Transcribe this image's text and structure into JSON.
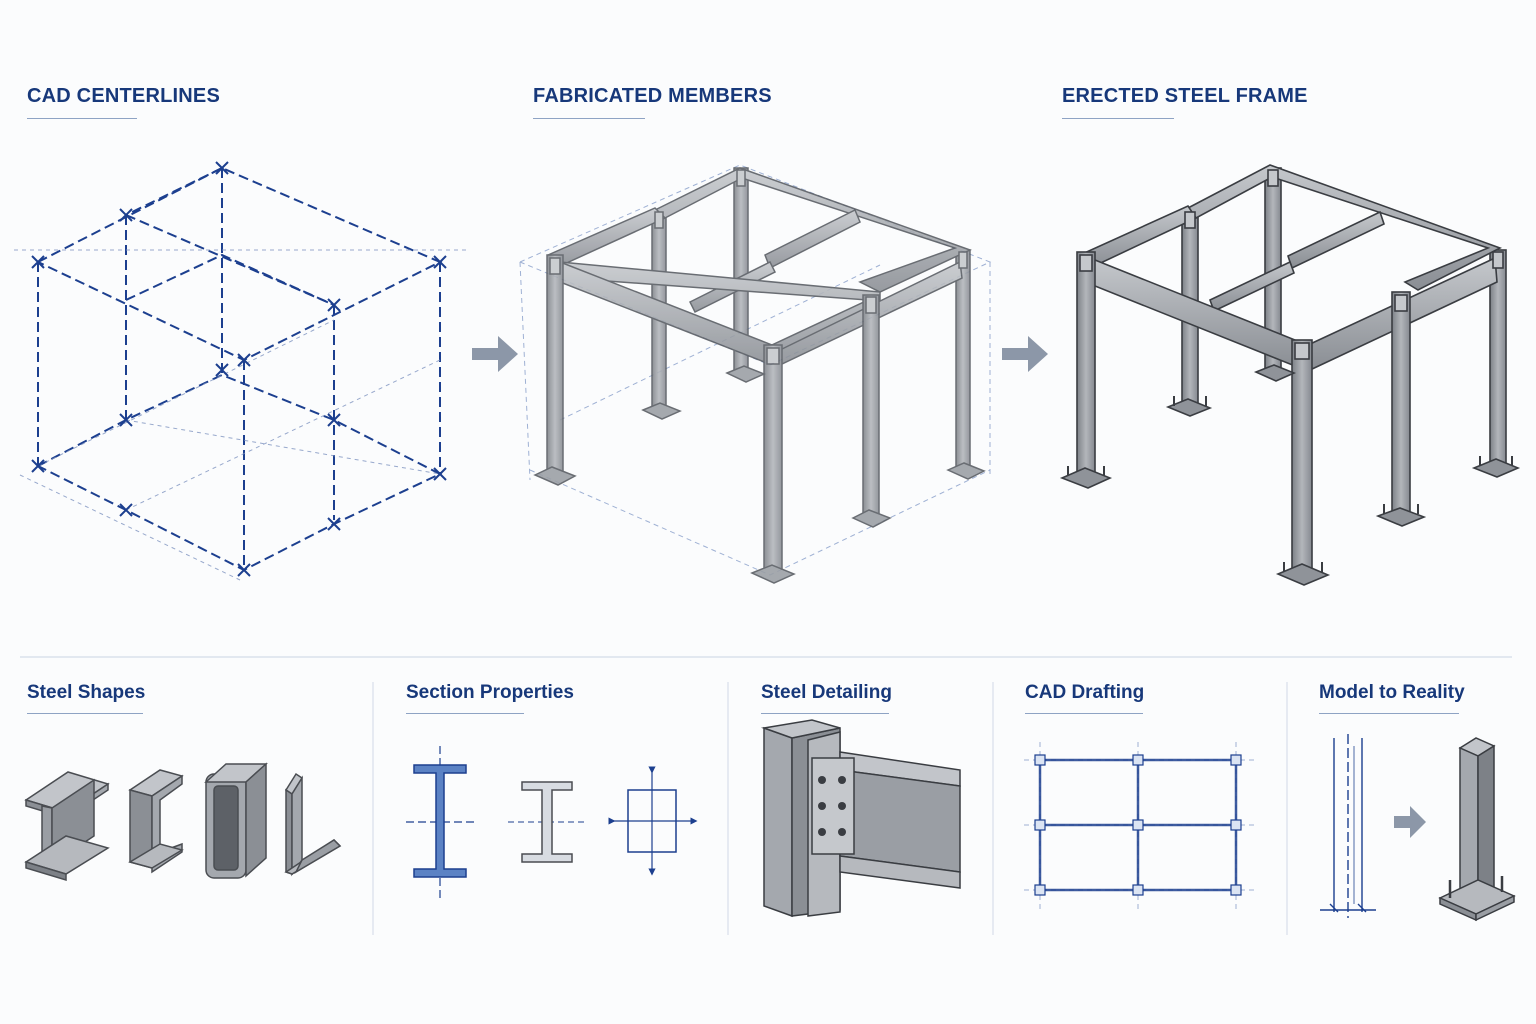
{
  "stages": [
    {
      "title": "CAD CENTERLINES"
    },
    {
      "title": "FABRICATED MEMBERS"
    },
    {
      "title": "ERECTED STEEL FRAME"
    }
  ],
  "panels": [
    {
      "title": "Steel Shapes"
    },
    {
      "title": "Section Properties"
    },
    {
      "title": "Steel Detailing"
    },
    {
      "title": "CAD Drafting"
    },
    {
      "title": "Model to Reality"
    }
  ],
  "colors": {
    "blueprint": "#1c3f8f",
    "steel": "#8b8f95",
    "steel_dark": "#4a4d52",
    "arrow": "#8c97a8",
    "divider": "#c9d3e3"
  }
}
